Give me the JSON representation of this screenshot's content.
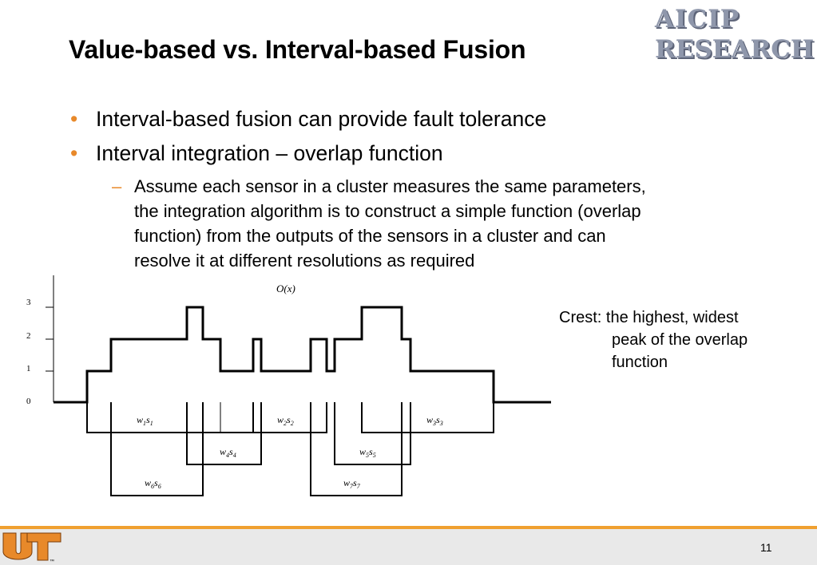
{
  "slide": {
    "title": "Value-based vs. Interval-based Fusion",
    "page_number": "11",
    "logo": {
      "line1": "AICIP",
      "line2": "RESEARCH"
    },
    "bullets": [
      "Interval-based fusion can provide fault tolerance",
      "Interval integration – overlap function"
    ],
    "sub_bullet": {
      "lines": [
        "Assume each sensor in a cluster measures the same parameters,",
        "the integration algorithm is to construct a simple function (overlap",
        "function) from the outputs of the sensors in a cluster and can",
        "resolve it at different resolutions as required"
      ]
    },
    "crest_note": {
      "line1": "Crest: the highest, widest",
      "line2": "peak of the overlap",
      "line3": "function"
    }
  },
  "diagram": {
    "function_label": "O(x)",
    "y_ticks": [
      "0",
      "1",
      "2",
      "3"
    ],
    "interval_labels": [
      {
        "w": "w",
        "ws": "1",
        "s": "s",
        "ss": "1"
      },
      {
        "w": "w",
        "ws": "2",
        "s": "s",
        "ss": "2"
      },
      {
        "w": "w",
        "ws": "3",
        "s": "s",
        "ss": "3"
      },
      {
        "w": "w",
        "ws": "4",
        "s": "s",
        "ss": "4"
      },
      {
        "w": "w",
        "ws": "5",
        "s": "s",
        "ss": "5"
      },
      {
        "w": "w",
        "ws": "6",
        "s": "s",
        "ss": "6"
      },
      {
        "w": "w",
        "ws": "7",
        "s": "s",
        "ss": "7"
      }
    ]
  },
  "colors": {
    "accent_orange": "#e8892a",
    "footer_bar": "#f0a030",
    "logo_gray": "#8f97ab"
  },
  "icons": {
    "logo": "aicip-research-logo",
    "footer_logo": "ut-logo"
  }
}
